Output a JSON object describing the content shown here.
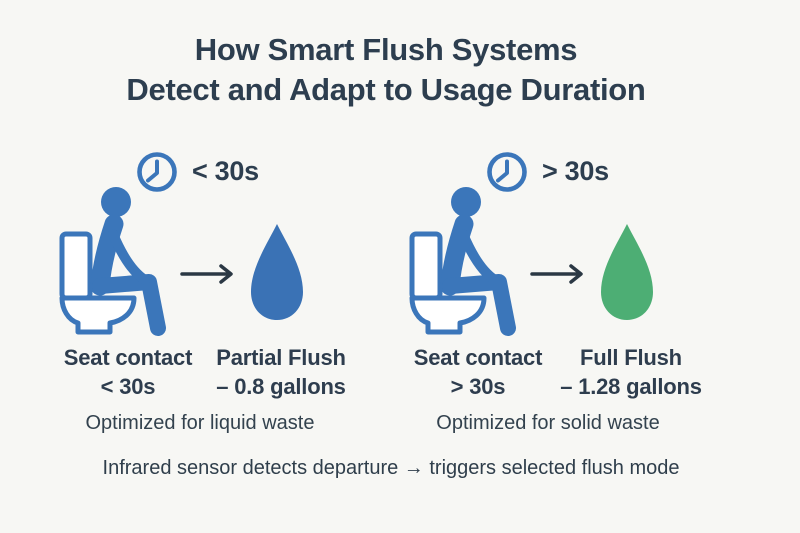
{
  "title": {
    "line1": "How Smart Flush Systems",
    "line2": "Detect and Adapt to Usage Duration"
  },
  "colors": {
    "background": "#f7f7f4",
    "text_dark": "#2d3e4f",
    "figure_blue": "#3b76ba",
    "drop_blue": "#3a72b5",
    "drop_green": "#4dae74",
    "arrow_dark": "#2b3844"
  },
  "scenarios": [
    {
      "duration_label": "< 30s",
      "seat_contact_line1": "Seat contact",
      "seat_contact_line2": "< 30s",
      "flush_line1": "Partial Flush",
      "flush_line2": "– 0.8 gallons",
      "optimized": "Optimized for liquid waste",
      "drop_color": "#3a72b5"
    },
    {
      "duration_label": "> 30s",
      "seat_contact_line1": "Seat contact",
      "seat_contact_line2": "> 30s",
      "flush_line1": "Full Flush",
      "flush_line2": "– 1.28 gallons",
      "optimized": "Optimized for solid waste",
      "drop_color": "#4dae74"
    }
  ],
  "footer": {
    "text": "Infrared sensor detects departure → triggers selected flush mode"
  }
}
